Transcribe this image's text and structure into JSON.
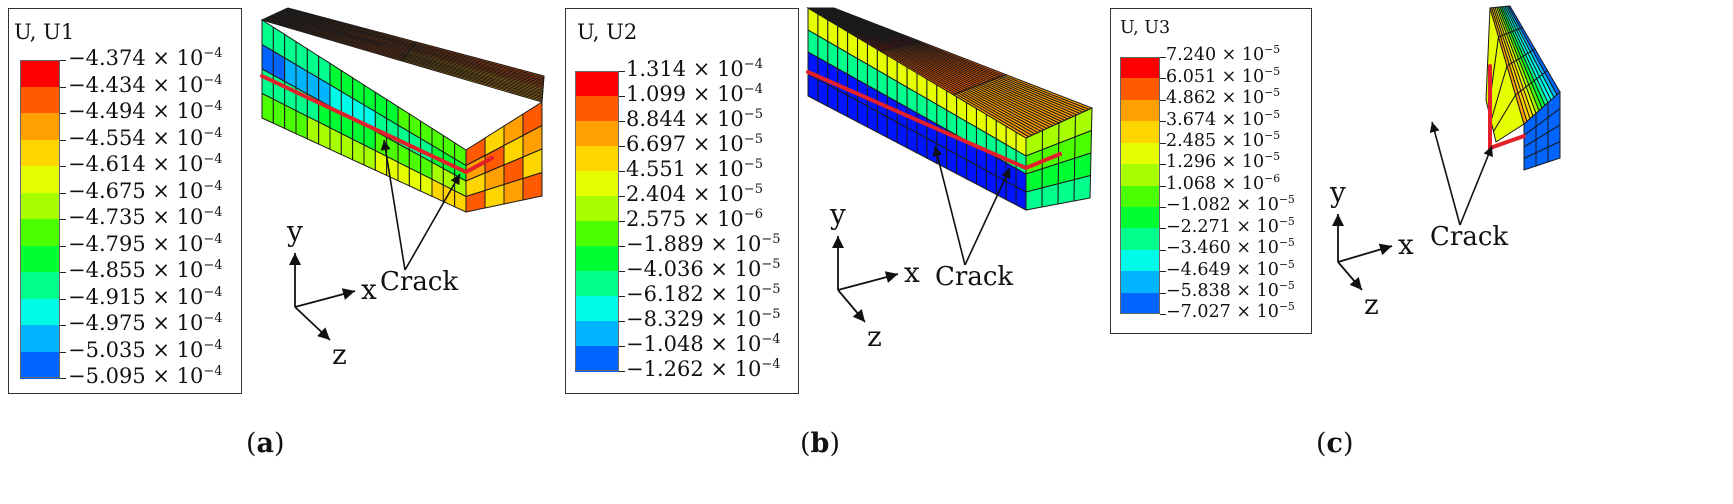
{
  "colors": {
    "scale": [
      "#ff0000",
      "#ff5a00",
      "#ffa000",
      "#ffd500",
      "#e5ff00",
      "#a8ff00",
      "#4cff00",
      "#00ff32",
      "#00ff8c",
      "#00fce8",
      "#00b4ff",
      "#0064ff",
      "#0014ff"
    ],
    "crack_line": "#e3202a"
  },
  "panels": [
    {
      "id": "a",
      "caption_open": "(",
      "caption_letter": "a",
      "caption_close": ")",
      "legend_title": "U, U1",
      "labels": [
        {
          "m": "−4.374",
          "e": "−4"
        },
        {
          "m": "−4.434",
          "e": "−4"
        },
        {
          "m": "−4.494",
          "e": "−4"
        },
        {
          "m": "−4.554",
          "e": "−4"
        },
        {
          "m": "−4.614",
          "e": "−4"
        },
        {
          "m": "−4.675",
          "e": "−4"
        },
        {
          "m": "−4.735",
          "e": "−4"
        },
        {
          "m": "−4.795",
          "e": "−4"
        },
        {
          "m": "−4.855",
          "e": "−4"
        },
        {
          "m": "−4.915",
          "e": "−4"
        },
        {
          "m": "−4.975",
          "e": "−4"
        },
        {
          "m": "−5.035",
          "e": "−4"
        },
        {
          "m": "−5.095",
          "e": "−4"
        }
      ],
      "axes": {
        "x": "x",
        "y": "y",
        "z": "z"
      },
      "annotation": "Crack"
    },
    {
      "id": "b",
      "caption_open": "(",
      "caption_letter": "b",
      "caption_close": ")",
      "legend_title": "U, U2",
      "labels": [
        {
          "m": "1.314",
          "e": "−4"
        },
        {
          "m": "1.099",
          "e": "−4"
        },
        {
          "m": "8.844",
          "e": "−5"
        },
        {
          "m": "6.697",
          "e": "−5"
        },
        {
          "m": "4.551",
          "e": "−5"
        },
        {
          "m": "2.404",
          "e": "−5"
        },
        {
          "m": "2.575",
          "e": "−6"
        },
        {
          "m": "−1.889",
          "e": "−5"
        },
        {
          "m": "−4.036",
          "e": "−5"
        },
        {
          "m": "−6.182",
          "e": "−5"
        },
        {
          "m": "−8.329",
          "e": "−5"
        },
        {
          "m": "−1.048",
          "e": "−4"
        },
        {
          "m": "−1.262",
          "e": "−4"
        }
      ],
      "axes": {
        "x": "x",
        "y": "y",
        "z": "z"
      },
      "annotation": "Crack"
    },
    {
      "id": "c",
      "caption_open": "(",
      "caption_letter": "c",
      "caption_close": ")",
      "legend_title": "U, U3",
      "labels": [
        {
          "m": "7.240",
          "e": "−5"
        },
        {
          "m": "6.051",
          "e": "−5"
        },
        {
          "m": "4.862",
          "e": "−5"
        },
        {
          "m": "3.674",
          "e": "−5"
        },
        {
          "m": "2.485",
          "e": "−5"
        },
        {
          "m": "1.296",
          "e": "−5"
        },
        {
          "m": "1.068",
          "e": "−6"
        },
        {
          "m": "−1.082",
          "e": "−5"
        },
        {
          "m": "−2.271",
          "e": "−5"
        },
        {
          "m": "−3.460",
          "e": "−5"
        },
        {
          "m": "−4.649",
          "e": "−5"
        },
        {
          "m": "−5.838",
          "e": "−5"
        },
        {
          "m": "−7.027",
          "e": "−5"
        }
      ],
      "axes": {
        "x": "x",
        "y": "y",
        "z": "z"
      },
      "annotation": "Crack"
    }
  ]
}
